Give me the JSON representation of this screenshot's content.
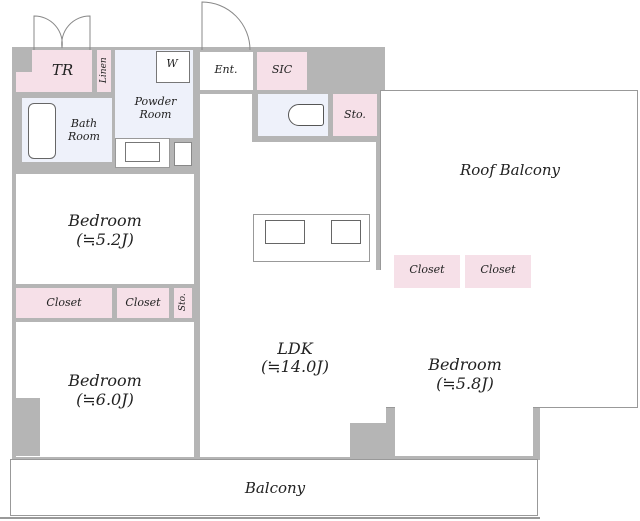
{
  "floor_plan": {
    "rooms": {
      "tr": {
        "label": "TR"
      },
      "linen": {
        "label": "Linen"
      },
      "powder_room": {
        "line1": "Powder",
        "line2": "Room"
      },
      "washer": {
        "label": "W"
      },
      "bath_room": {
        "line1": "Bath",
        "line2": "Room"
      },
      "entrance": {
        "label": "Ent."
      },
      "sic": {
        "label": "SIC"
      },
      "storage_top": {
        "label": "Sto."
      },
      "roof_balcony": {
        "label": "Roof Balcony"
      },
      "bedroom_1": {
        "label": "Bedroom",
        "area": "(≒5.2J)"
      },
      "closet_1": {
        "label": "Closet"
      },
      "closet_2": {
        "label": "Closet"
      },
      "storage_mid": {
        "label": "Sto."
      },
      "bedroom_2": {
        "label": "Bedroom",
        "area": "(≒6.0J)"
      },
      "ldk": {
        "label": "LDK",
        "area": "(≒14.0J)"
      },
      "closet_3": {
        "label": "Closet"
      },
      "closet_4": {
        "label": "Closet"
      },
      "bedroom_3": {
        "label": "Bedroom",
        "area": "(≒5.8J)"
      },
      "balcony": {
        "label": "Balcony"
      }
    },
    "colors": {
      "wall": "#b5b5b5",
      "storage_pink": "#f6e0e8",
      "wet_area_blue": "#eef1fa"
    }
  }
}
